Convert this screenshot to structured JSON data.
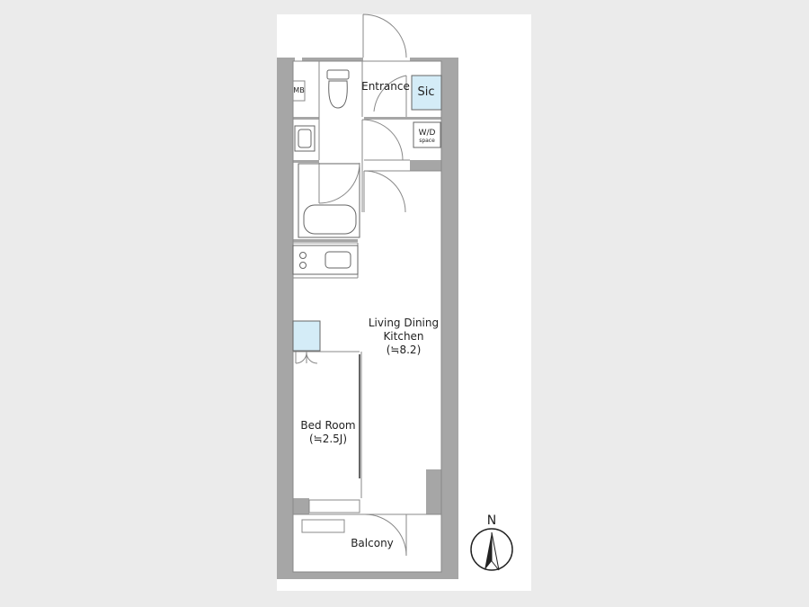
{
  "rooms": {
    "mb": "MB",
    "entrance": "Entrance",
    "sic": "Sic",
    "wd_line1": "W/D",
    "wd_line2": "space",
    "ldk_line1": "Living Dining",
    "ldk_line2": "Kitchen",
    "ldk_area": "(≒8.2)",
    "bed_line1": "Bed Room",
    "bed_area": "(≒2.5J)",
    "balcony": "Balcony"
  },
  "compass": {
    "north": "N"
  },
  "colors": {
    "wall": "#a6a6a6",
    "storage": "#d4ecf7",
    "paper": "#ffffff"
  }
}
